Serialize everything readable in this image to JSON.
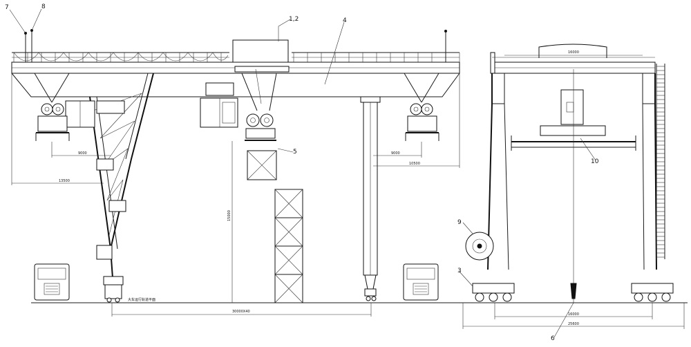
{
  "callouts": {
    "c7": "7",
    "c8": "8",
    "c12": "1,2",
    "c4": "4",
    "c5": "5",
    "c10": "10",
    "c9": "9",
    "c3": "3",
    "c6": "6"
  },
  "dimensions": {
    "trolley_reach_left": "9000",
    "overhang_left": "13500",
    "trolley_reach_right": "9000",
    "overhang_right": "10500",
    "lift_height": "15000",
    "span": "30000X40",
    "side_top_width": "16000",
    "rail_gauge": "16000",
    "overall_width": "25600"
  },
  "notes": {
    "travel_platform": "大车运行轨道平面"
  }
}
